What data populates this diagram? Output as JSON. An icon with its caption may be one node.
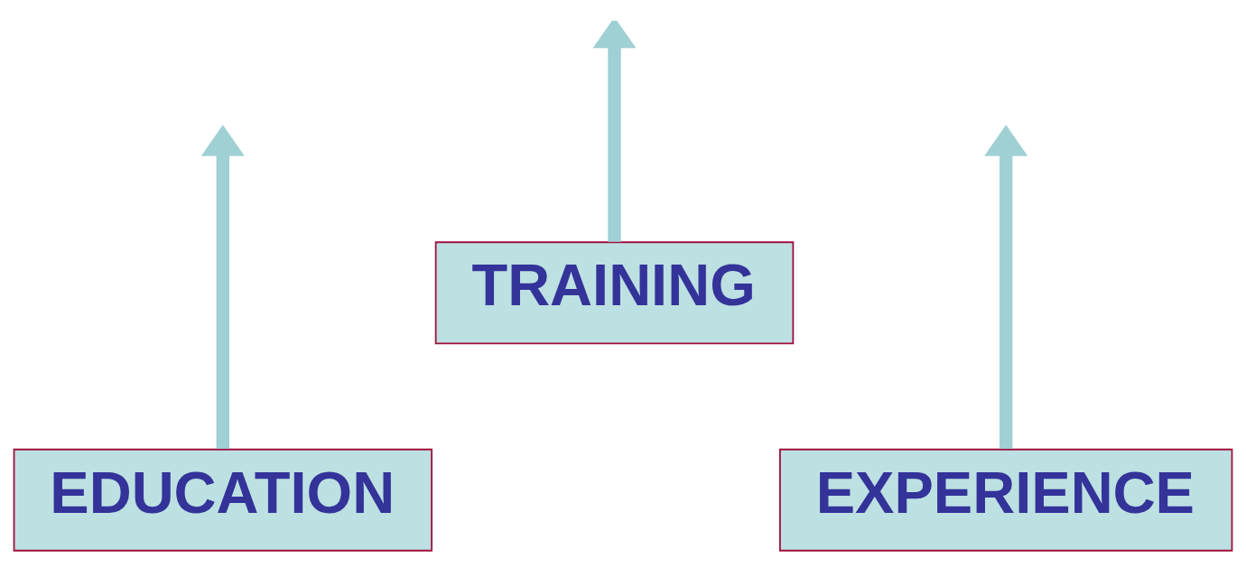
{
  "diagram": {
    "nodes": [
      {
        "text": [
          "EDUCATION"
        ]
      },
      {
        "text": [
          "TRAINING"
        ]
      },
      {
        "text": [
          "EXPERIENCE"
        ]
      }
    ],
    "edges": [
      {
        "from": 0,
        "to": null,
        "arrow": "to"
      },
      {
        "from": 1,
        "to": null,
        "arrow": "to"
      },
      {
        "from": 2,
        "to": null,
        "arrow": "to"
      }
    ]
  }
}
